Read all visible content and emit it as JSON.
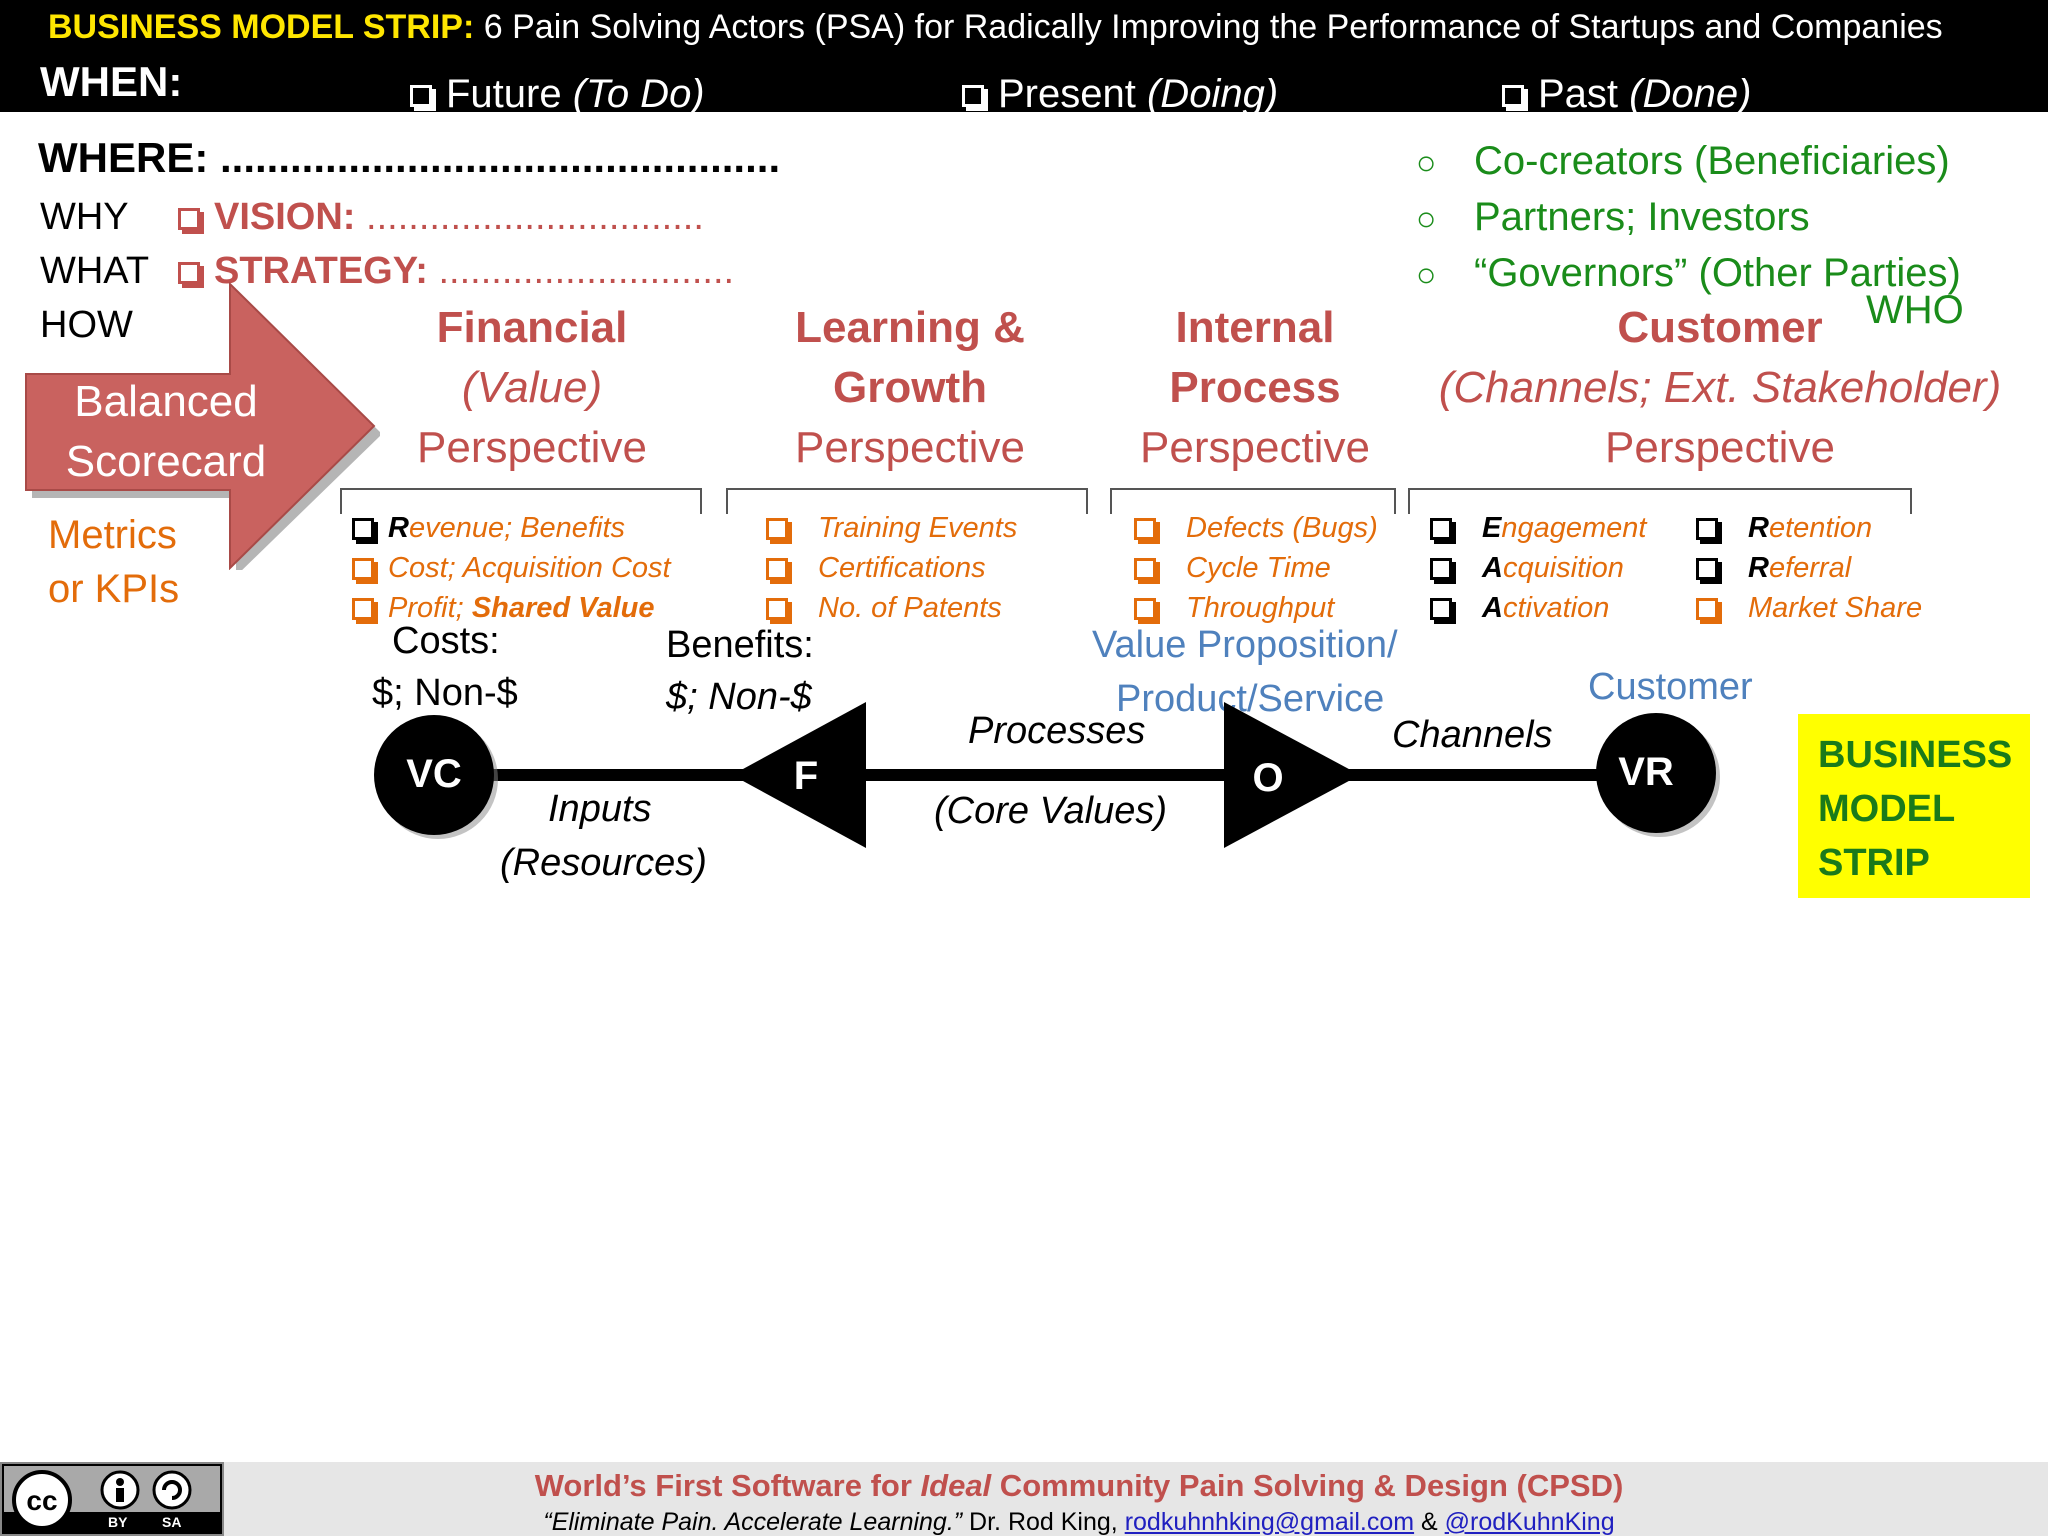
{
  "header": {
    "title_bold": "BUSINESS MODEL STRIP:",
    "title_rest": "6 Pain Solving Actors (PSA) for Radically Improving the Performance of Startups and Companies",
    "when_label": "WHEN:",
    "when_options": [
      {
        "label": "Future",
        "paren": "(To Do)"
      },
      {
        "label": "Present",
        "paren": "(Doing)"
      },
      {
        "label": "Past",
        "paren": "(Done)"
      }
    ]
  },
  "left": {
    "where_label": "WHERE:",
    "where_dots": "................................................",
    "why_label": "WHY",
    "vision_label": "VISION:",
    "vision_dots": "................................",
    "what_label": "WHAT",
    "strategy_label": "STRATEGY:",
    "strategy_dots": "............................",
    "how_label": "HOW",
    "arrow_label_1": "Balanced",
    "arrow_label_2": "Scorecard",
    "metrics_1": "Metrics",
    "metrics_2": "or KPIs"
  },
  "who": {
    "items": [
      "Co-creators (Beneficiaries)",
      "Partners; Investors",
      "“Governors” (Other Parties)"
    ],
    "label": "WHO"
  },
  "perspectives": [
    {
      "line1": "Financial",
      "line2": "(Value)",
      "line3": "Perspective"
    },
    {
      "line1": "Learning &",
      "line2": "Growth",
      "line3": "Perspective"
    },
    {
      "line1": "Internal",
      "line2": "Process",
      "line3": "Perspective"
    },
    {
      "line1": "Customer",
      "line2": "(Channels; Ext. Stakeholder)",
      "line3": "Perspective"
    }
  ],
  "kpis": {
    "financial": [
      {
        "lead": "R",
        "rest": "evenue; Benefits"
      },
      {
        "lead": "",
        "rest": "Cost; Acquisition Cost"
      },
      {
        "lead": "",
        "rest": "Profit; ",
        "bold": "Shared Value"
      }
    ],
    "learning": [
      "Training Events",
      "Certifications",
      "No. of Patents"
    ],
    "internal": [
      "Defects (Bugs)",
      "Cycle Time",
      "Throughput"
    ],
    "customer_a": [
      {
        "lead": "E",
        "rest": "ngagement"
      },
      {
        "lead": "A",
        "rest": "cquisition"
      },
      {
        "lead": "A",
        "rest": "ctivation"
      }
    ],
    "customer_b": [
      {
        "lead": "R",
        "rest": "etention"
      },
      {
        "lead": "R",
        "rest": "eferral"
      },
      {
        "lead": "",
        "rest": "Market Share"
      }
    ]
  },
  "strip": {
    "costs_label": "Costs:",
    "costs_value": "$; Non-$",
    "benefits_label": "Benefits:",
    "benefits_value": "$; Non-$",
    "vp_line1": "Value Proposition/",
    "vp_line2": "Product/Service",
    "customer_label": "Customer",
    "processes": "Processes",
    "channels": "Channels",
    "core_values": "(Core Values)",
    "inputs": "Inputs",
    "resources": "(Resources)",
    "node_vc": "VC",
    "node_f": "F",
    "node_o": "O",
    "node_vr": "VR"
  },
  "badge": {
    "line1": "BUSINESS",
    "line2": "MODEL",
    "line3": "STRIP"
  },
  "footer": {
    "cc_by": "BY",
    "cc_sa": "SA",
    "line1_a": "World’s First Software for ",
    "line1_b": "Ideal",
    "line1_c": " Community Pain Solving & Design (CPSD)",
    "quote": "“Eliminate Pain. Accelerate Learning.”",
    "author": " Dr. Rod King, ",
    "email": "rodkuhnhking@gmail.com",
    "amp": " & ",
    "handle": "@rodKuhnKing"
  }
}
